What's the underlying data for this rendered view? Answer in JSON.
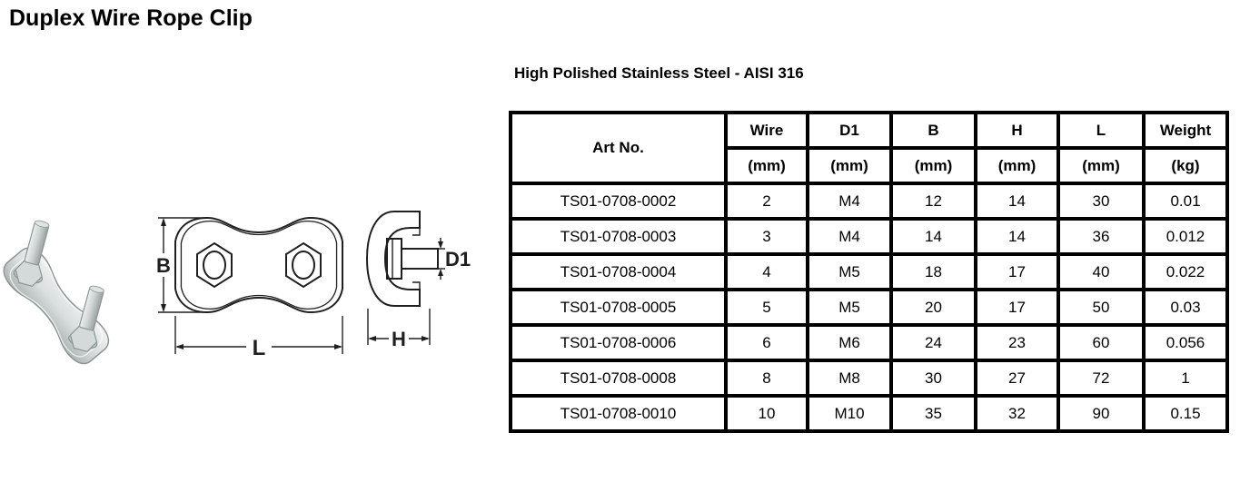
{
  "page": {
    "title": "Duplex Wire Rope Clip",
    "subtitle": "High Polished Stainless Steel - AISI 316"
  },
  "diagrams": {
    "front_view": {
      "dim_width": "B",
      "dim_length": "L"
    },
    "side_view": {
      "dim_diameter": "D1",
      "dim_height": "H"
    }
  },
  "table": {
    "art_no_header": "Art No.",
    "columns": [
      {
        "label": "Wire",
        "unit": "(mm)"
      },
      {
        "label": "D1",
        "unit": "(mm)"
      },
      {
        "label": "B",
        "unit": "(mm)"
      },
      {
        "label": "H",
        "unit": "(mm)"
      },
      {
        "label": "L",
        "unit": "(mm)"
      },
      {
        "label": "Weight",
        "unit": "(kg)"
      }
    ],
    "rows": [
      {
        "art_no": "TS01-0708-0002",
        "wire": "2",
        "d1": "M4",
        "b": "12",
        "h": "14",
        "l": "30",
        "weight": "0.01"
      },
      {
        "art_no": "TS01-0708-0003",
        "wire": "3",
        "d1": "M4",
        "b": "14",
        "h": "14",
        "l": "36",
        "weight": "0.012"
      },
      {
        "art_no": "TS01-0708-0004",
        "wire": "4",
        "d1": "M5",
        "b": "18",
        "h": "17",
        "l": "40",
        "weight": "0.022"
      },
      {
        "art_no": "TS01-0708-0005",
        "wire": "5",
        "d1": "M5",
        "b": "20",
        "h": "17",
        "l": "50",
        "weight": "0.03"
      },
      {
        "art_no": "TS01-0708-0006",
        "wire": "6",
        "d1": "M6",
        "b": "24",
        "h": "23",
        "l": "60",
        "weight": "0.056"
      },
      {
        "art_no": "TS01-0708-0008",
        "wire": "8",
        "d1": "M8",
        "b": "30",
        "h": "27",
        "l": "72",
        "weight": "1"
      },
      {
        "art_no": "TS01-0708-0010",
        "wire": "10",
        "d1": "M10",
        "b": "35",
        "h": "32",
        "l": "90",
        "weight": "0.15"
      }
    ]
  },
  "colors": {
    "text": "#000000",
    "table_border": "#000000",
    "drawing_line": "#1f1f1f",
    "background": "#ffffff",
    "metal_light": "#f0f0f0",
    "metal_dark": "#b6bcbc"
  }
}
